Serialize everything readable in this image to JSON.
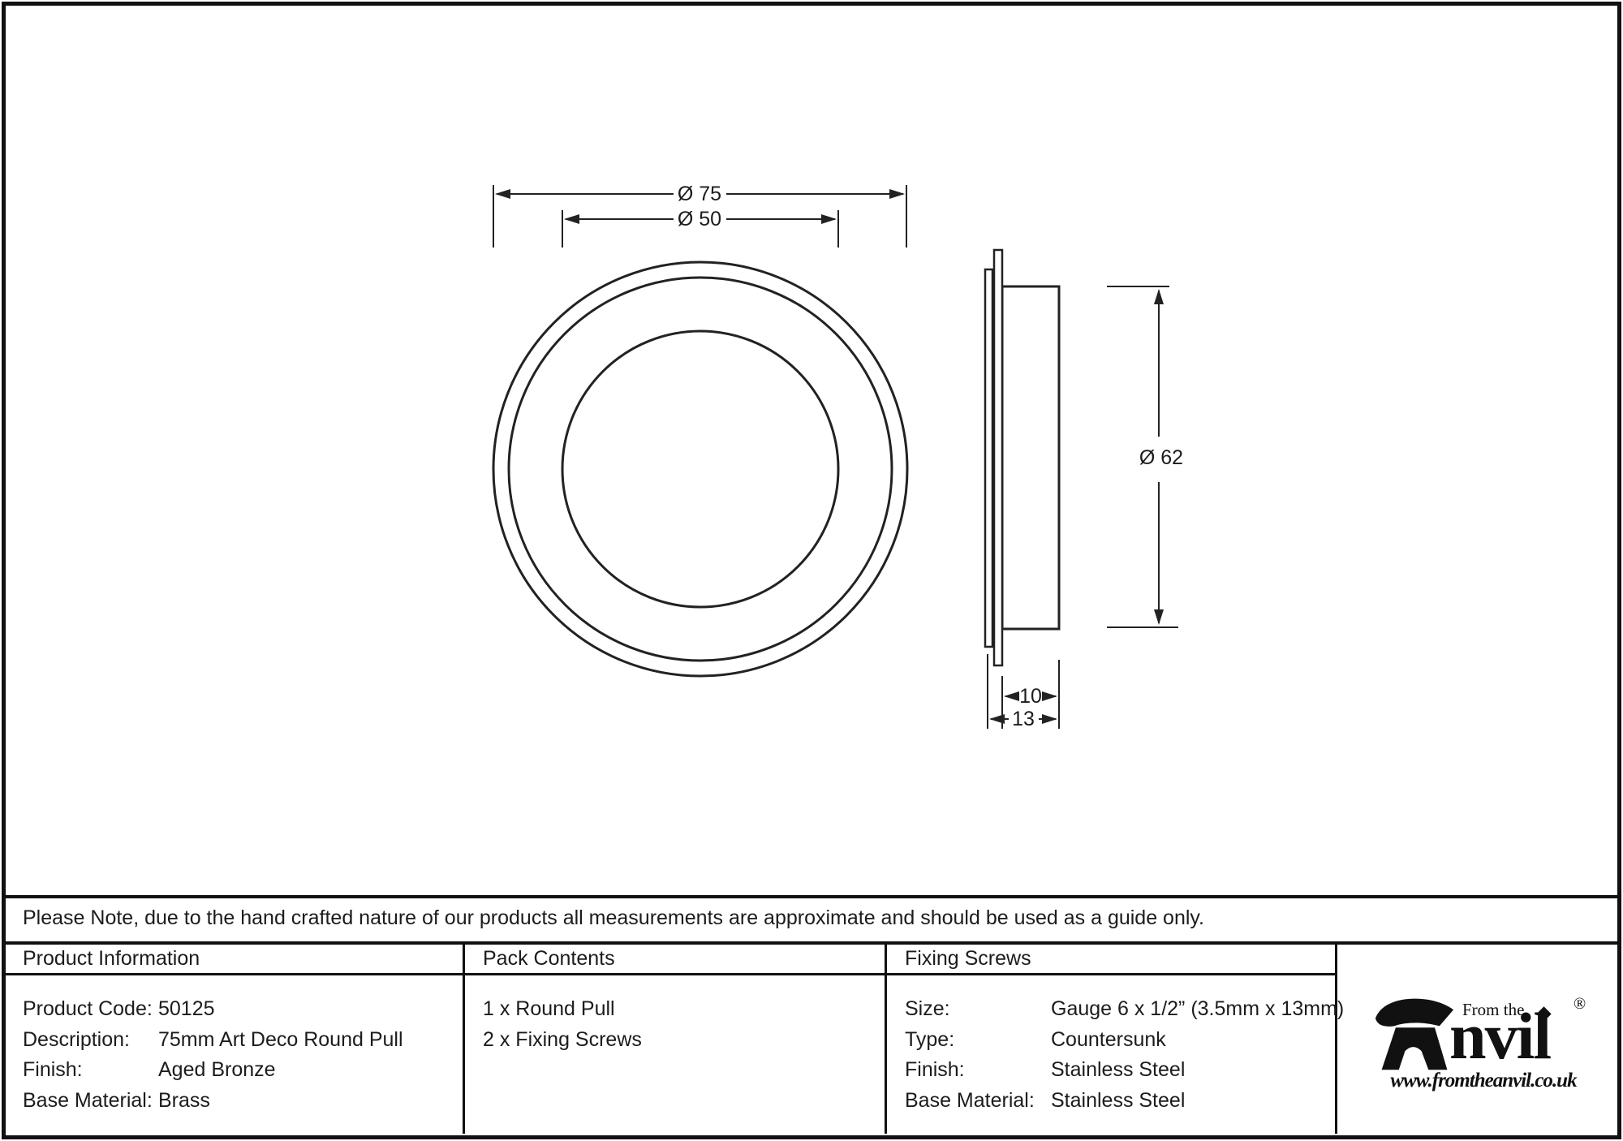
{
  "colors": {
    "ink": "#1c1c1c",
    "line": "#111111",
    "drawing_line": "#222222",
    "background": "#ffffff"
  },
  "drawing": {
    "front_view": {
      "outer_diameter_label": "Ø 75",
      "recess_diameter_label": "Ø 50"
    },
    "side_view": {
      "body_diameter_label": "Ø 62",
      "body_depth_label": "10",
      "total_depth_label": "13"
    }
  },
  "note": "Please Note, due to the hand crafted nature of our products all measurements are approximate and should be used as a guide only.",
  "product_information": {
    "title": "Product Information",
    "rows": [
      {
        "label": "Product Code:",
        "value": "50125"
      },
      {
        "label": "Description:",
        "value": "75mm Art Deco Round Pull"
      },
      {
        "label": "Finish:",
        "value": "Aged Bronze"
      },
      {
        "label": "Base Material:",
        "value": "Brass"
      }
    ]
  },
  "pack_contents": {
    "title": "Pack Contents",
    "items": [
      "1 x Round Pull",
      "2 x Fixing Screws"
    ]
  },
  "fixing_screws": {
    "title": "Fixing Screws",
    "rows": [
      {
        "label": "Size:",
        "value": "Gauge 6 x 1/2” (3.5mm x 13mm)"
      },
      {
        "label": "Type:",
        "value": "Countersunk"
      },
      {
        "label": "Finish:",
        "value": "Stainless Steel"
      },
      {
        "label": "Base Material:",
        "value": "Stainless Steel"
      }
    ]
  },
  "logo": {
    "tagline": "From the",
    "brand_rest": "nvil",
    "registered_mark": "®",
    "website": "www.fromtheanvil.co.uk"
  }
}
